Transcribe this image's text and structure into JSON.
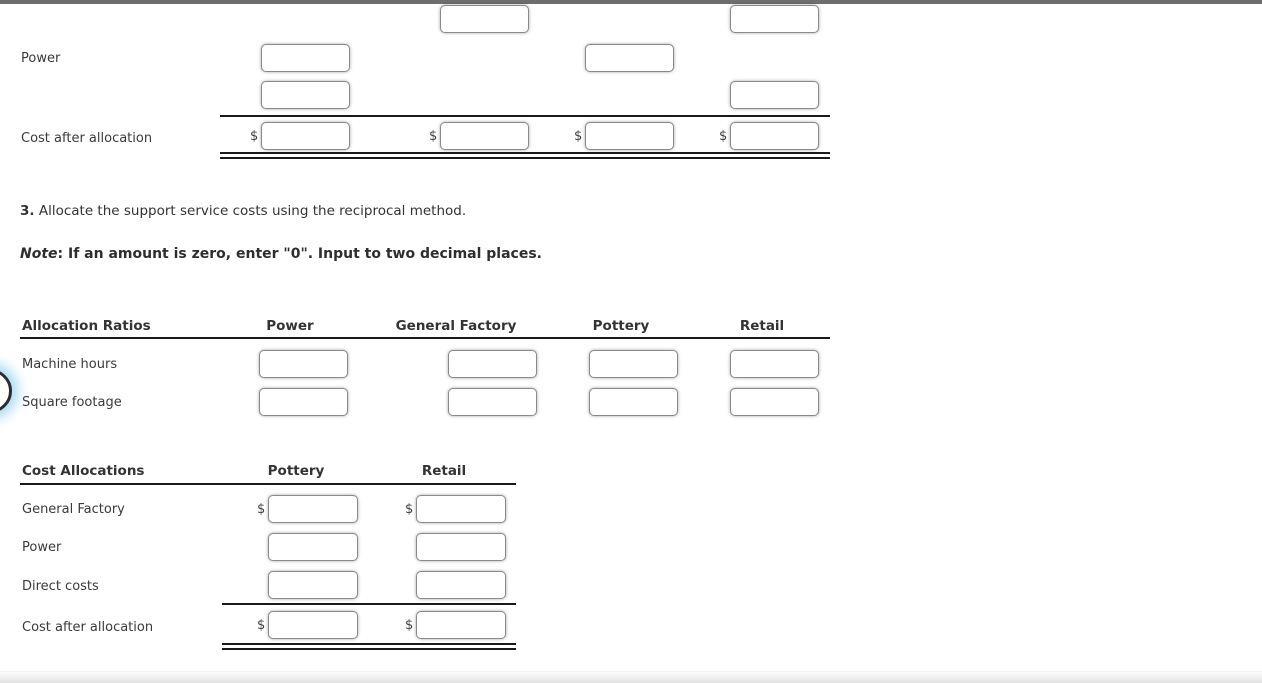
{
  "currency": "$",
  "table1": {
    "row_labels": {
      "power": "Power",
      "cost_after_allocation": "Cost after allocation"
    }
  },
  "instruction": {
    "number": "3.",
    "text": "Allocate the support service costs using the reciprocal method."
  },
  "note": {
    "label": "Note",
    "text": ": If an amount is zero, enter \"0\". Input to two decimal places."
  },
  "allocation_ratios": {
    "title": "Allocation Ratios",
    "columns": [
      "Power",
      "General Factory",
      "Pottery",
      "Retail"
    ],
    "row_labels": [
      "Machine hours",
      "Square footage"
    ]
  },
  "cost_allocations": {
    "title": "Cost Allocations",
    "columns": [
      "Pottery",
      "Retail"
    ],
    "row_labels": [
      "General Factory",
      "Power",
      "Direct costs",
      "Cost after allocation"
    ]
  }
}
